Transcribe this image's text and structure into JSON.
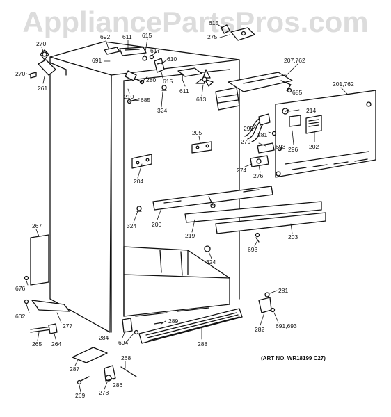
{
  "watermark": "AppliancePartsPros.com",
  "art_number": "(ART NO. WR18199 C27)",
  "callouts": [
    {
      "id": "c270a",
      "text": "270"
    },
    {
      "id": "c270b",
      "text": "270"
    },
    {
      "id": "c261",
      "text": "261"
    },
    {
      "id": "c692",
      "text": "692"
    },
    {
      "id": "c611a",
      "text": "611"
    },
    {
      "id": "c615a",
      "text": "615"
    },
    {
      "id": "c617",
      "text": "617"
    },
    {
      "id": "c691",
      "text": "691"
    },
    {
      "id": "c610",
      "text": "610"
    },
    {
      "id": "c615b",
      "text": "615"
    },
    {
      "id": "c280",
      "text": "280"
    },
    {
      "id": "c210",
      "text": "210"
    },
    {
      "id": "c685a",
      "text": "685"
    },
    {
      "id": "c324a",
      "text": "324"
    },
    {
      "id": "c611b",
      "text": "611"
    },
    {
      "id": "c613",
      "text": "613"
    },
    {
      "id": "c615c",
      "text": "615"
    },
    {
      "id": "c275",
      "text": "275"
    },
    {
      "id": "c207",
      "text": "207,762"
    },
    {
      "id": "c685b",
      "text": "685"
    },
    {
      "id": "c201",
      "text": "201,762"
    },
    {
      "id": "c214",
      "text": "214"
    },
    {
      "id": "c295",
      "text": "295"
    },
    {
      "id": "c281a",
      "text": "281"
    },
    {
      "id": "c279",
      "text": "279"
    },
    {
      "id": "c693a",
      "text": "693"
    },
    {
      "id": "c296",
      "text": "296"
    },
    {
      "id": "c202",
      "text": "202"
    },
    {
      "id": "c274",
      "text": "274"
    },
    {
      "id": "c276",
      "text": "276"
    },
    {
      "id": "c205",
      "text": "205"
    },
    {
      "id": "c204",
      "text": "204"
    },
    {
      "id": "c324b",
      "text": "324"
    },
    {
      "id": "c200",
      "text": "200"
    },
    {
      "id": "c219",
      "text": "219"
    },
    {
      "id": "c203",
      "text": "203"
    },
    {
      "id": "c693b",
      "text": "693"
    },
    {
      "id": "c324c",
      "text": "324"
    },
    {
      "id": "c267",
      "text": "267"
    },
    {
      "id": "c676",
      "text": "676"
    },
    {
      "id": "c602",
      "text": "602"
    },
    {
      "id": "c277",
      "text": "277"
    },
    {
      "id": "c265",
      "text": "265"
    },
    {
      "id": "c264",
      "text": "264"
    },
    {
      "id": "c284",
      "text": "284"
    },
    {
      "id": "c289",
      "text": "289"
    },
    {
      "id": "c694",
      "text": "694"
    },
    {
      "id": "c288",
      "text": "288"
    },
    {
      "id": "c281b",
      "text": "281"
    },
    {
      "id": "c282",
      "text": "282"
    },
    {
      "id": "c691b",
      "text": "691,693"
    },
    {
      "id": "c287",
      "text": "287"
    },
    {
      "id": "c268",
      "text": "268"
    },
    {
      "id": "c286",
      "text": "286"
    },
    {
      "id": "c269",
      "text": "269"
    },
    {
      "id": "c278",
      "text": "278"
    }
  ]
}
